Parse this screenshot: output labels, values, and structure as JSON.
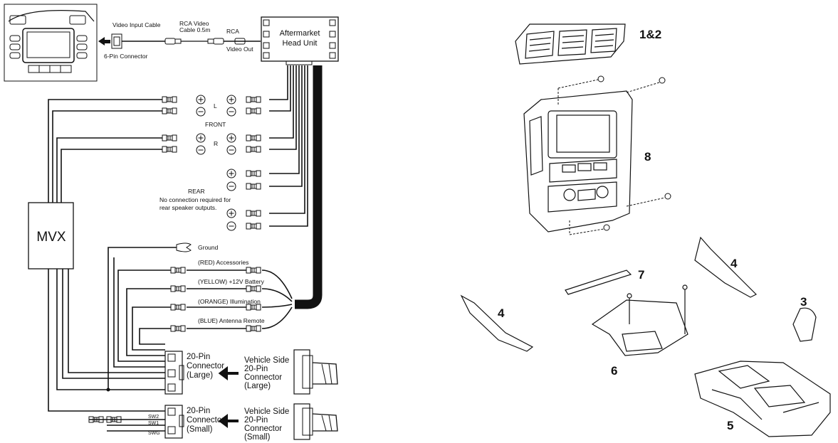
{
  "wiring": {
    "head_unit": [
      "Aftermarket",
      "Head Unit"
    ],
    "cables": {
      "video_input": "Video Input Cable",
      "rca_video": [
        "RCA Video",
        "Cable 0.5m"
      ],
      "rca_out": [
        "RCA",
        "Video Out"
      ],
      "six_pin": "6-Pin Connector"
    },
    "module": "MVX",
    "speakers": {
      "left": "L",
      "right": "R",
      "front": "FRONT",
      "rear": "REAR",
      "rear_note": [
        "No connection required for",
        "rear speaker outputs."
      ]
    },
    "ground": "Ground",
    "power_wires": [
      "(RED) Accessories",
      "(YELLOW) +12V Battery",
      "(ORANGE) Illumination",
      "(BLUE) Antenna Remote"
    ],
    "connector_large": [
      "20-Pin",
      "Connector",
      "(Large)"
    ],
    "connector_small": [
      "20-Pin",
      "Connector",
      "(Small)"
    ],
    "vehicle_large": [
      "Vehicle Side",
      "20-Pin",
      "Connector",
      "(Large)"
    ],
    "vehicle_small": [
      "Vehicle Side",
      "20-Pin",
      "Connector",
      "(Small)"
    ],
    "switch_labels": [
      "SW2",
      "SW1",
      "SWG"
    ]
  },
  "parts": {
    "callouts": [
      "1&2",
      "8",
      "7",
      "4",
      "4",
      "3",
      "6",
      "5"
    ]
  }
}
